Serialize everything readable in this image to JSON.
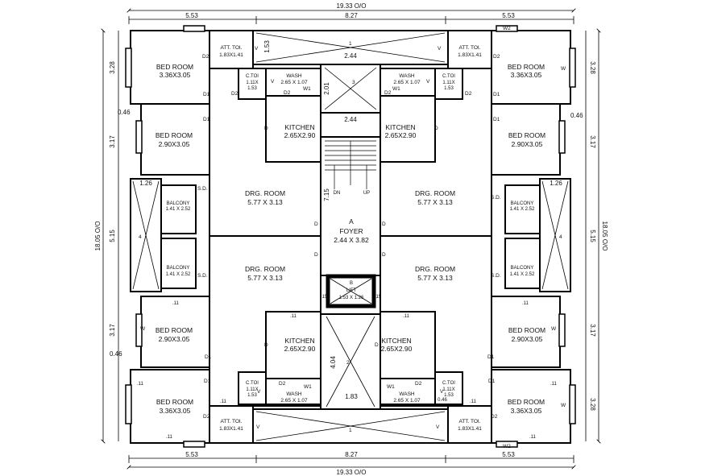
{
  "overall": {
    "width_top": "19.33 O/O",
    "width_bottom": "19.33 O/O",
    "height_left": "18.05 O/O",
    "height_right": "18.05 O/O"
  },
  "dims": {
    "top_left": "5.53",
    "top_mid": "8.27",
    "top_right": "5.53",
    "bot_left": "5.53",
    "bot_mid": "8.27",
    "bot_right": "5.53",
    "left_a": "3.28",
    "left_b": "0.46",
    "left_c": "3.17",
    "left_d": "5.15",
    "left_e": "3.17",
    "left_f": "0.46",
    "right_a": "3.28",
    "right_b": "0.46",
    "right_c": "3.17",
    "right_d": "5.15",
    "right_e": "3.17",
    "right_f": "3.28",
    "shaft_top": "1.53",
    "shaft_w": "2.44",
    "stair_w": "2.44",
    "stair_h": "2.01",
    "stair_len": "7.15",
    "bal_w": "1.26",
    "lift_side_l": ".15",
    "lift_side_r": ".15",
    "lobby_h": "4.04",
    "lobby_w": "1.83",
    "right_046": "0.46"
  },
  "rooms": {
    "bed_tl": {
      "name": "BED ROOM",
      "size": "3.36X3.05"
    },
    "bed_tr": {
      "name": "BED ROOM",
      "size": "3.36X3.05"
    },
    "bed_ml": {
      "name": "BED ROOM",
      "size": "2.90X3.05"
    },
    "bed_mr": {
      "name": "BED ROOM",
      "size": "2.90X3.05"
    },
    "bed_lml": {
      "name": "BED ROOM",
      "size": "2.90X3.05"
    },
    "bed_lmr": {
      "name": "BED ROOM",
      "size": "2.90X3.05"
    },
    "bed_bl": {
      "name": "BED ROOM",
      "size": "3.36X3.05"
    },
    "bed_br": {
      "name": "BED ROOM",
      "size": "3.36X3.05"
    },
    "att_tl": {
      "name": "ATT. TOI.",
      "size": "1.83X1.41"
    },
    "att_tr": {
      "name": "ATT. TOI.",
      "size": "1.83X1.41"
    },
    "att_bl": {
      "name": "ATT. TOI.",
      "size": "1.83X1.41"
    },
    "att_br": {
      "name": "ATT. TOI.",
      "size": "1.83X1.41"
    },
    "ctoi_tl": {
      "name": "C.TOI",
      "size": "1.11X",
      "size2": "1.53"
    },
    "ctoi_tr": {
      "name": "C.TOI",
      "size": "1.11X",
      "size2": "1.53"
    },
    "ctoi_bl": {
      "name": "C.TOI",
      "size": "1.11X",
      "size2": "1.53"
    },
    "ctoi_br": {
      "name": "C.TOI",
      "size": "1.11X",
      "size2": "1.53"
    },
    "wash_tl": {
      "name": "WASH",
      "size": "2.65 X 1.07"
    },
    "wash_tr": {
      "name": "WASH",
      "size": "2.65 X 1.07"
    },
    "wash_bl": {
      "name": "WASH",
      "size": "2.65 X 1.07"
    },
    "wash_br": {
      "name": "WASH",
      "size": "2.65 X 1.07"
    },
    "kit_tl": {
      "name": "KITCHEN",
      "size": "2.65X2.90"
    },
    "kit_tr": {
      "name": "KITCHEN",
      "size": "2.65X2.90"
    },
    "kit_bl": {
      "name": "KITCHEN",
      "size": "2.65X2.90"
    },
    "kit_br": {
      "name": "KITCHEN",
      "size": "2.65X2.90"
    },
    "drg_tl": {
      "name": "DRG. ROOM",
      "size": "5.77 X 3.13"
    },
    "drg_tr": {
      "name": "DRG. ROOM",
      "size": "5.77 X 3.13"
    },
    "drg_bl": {
      "name": "DRG. ROOM",
      "size": "5.77 X 3.13"
    },
    "drg_br": {
      "name": "DRG. ROOM",
      "size": "5.77 X 3.13"
    },
    "bal_tl": {
      "name": "BALCONY",
      "size": "1.41 X 2.52"
    },
    "bal_tr": {
      "name": "BALCONY",
      "size": "1.41 X 2.52"
    },
    "bal_bl": {
      "name": "BALCONY",
      "size": "1.41 X 2.52"
    },
    "bal_br": {
      "name": "BALCONY",
      "size": "1.41 X 2.52"
    },
    "foyer": {
      "tag": "A",
      "name": "FOYER",
      "size": "2.44 X 3.82"
    },
    "lift": {
      "tag": "B",
      "name": "LIFT",
      "size": "1.53 X 1.26"
    }
  },
  "marks": {
    "D": "D",
    "D1": "D1",
    "D2": "D2",
    "W": "W",
    "W1": "W1",
    "W2": "W2",
    "V": "V",
    "SD": "S.D.",
    "up": "UP",
    "dn": "DN",
    "n1": "1",
    "n2": "2",
    "n3": "3",
    "n4": "4",
    "p11": ".11"
  }
}
